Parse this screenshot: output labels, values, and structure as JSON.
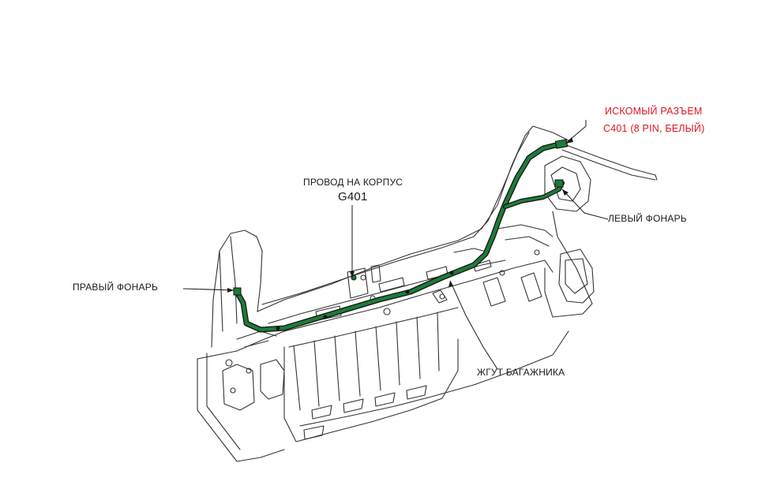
{
  "colors": {
    "harness": "#1f7a3a",
    "highlight_text": "#e0141e",
    "line_art": "#333333"
  },
  "labels": {
    "target_connector_line1": "ИСКОМЫЙ РАЗЪЕМ",
    "target_connector_line2": "C401 (8 PIN, БЕЛЫЙ)",
    "ground_wire_line1": "ПРОВОД НА КОРПУС",
    "ground_wire_line2": "G401",
    "right_lamp": "ПРАВЫЙ ФОНАРЬ",
    "left_lamp": "ЛЕВЫЙ ФОНАРЬ",
    "trunk_harness": "ЖГУТ БАГАЖНИКА"
  }
}
